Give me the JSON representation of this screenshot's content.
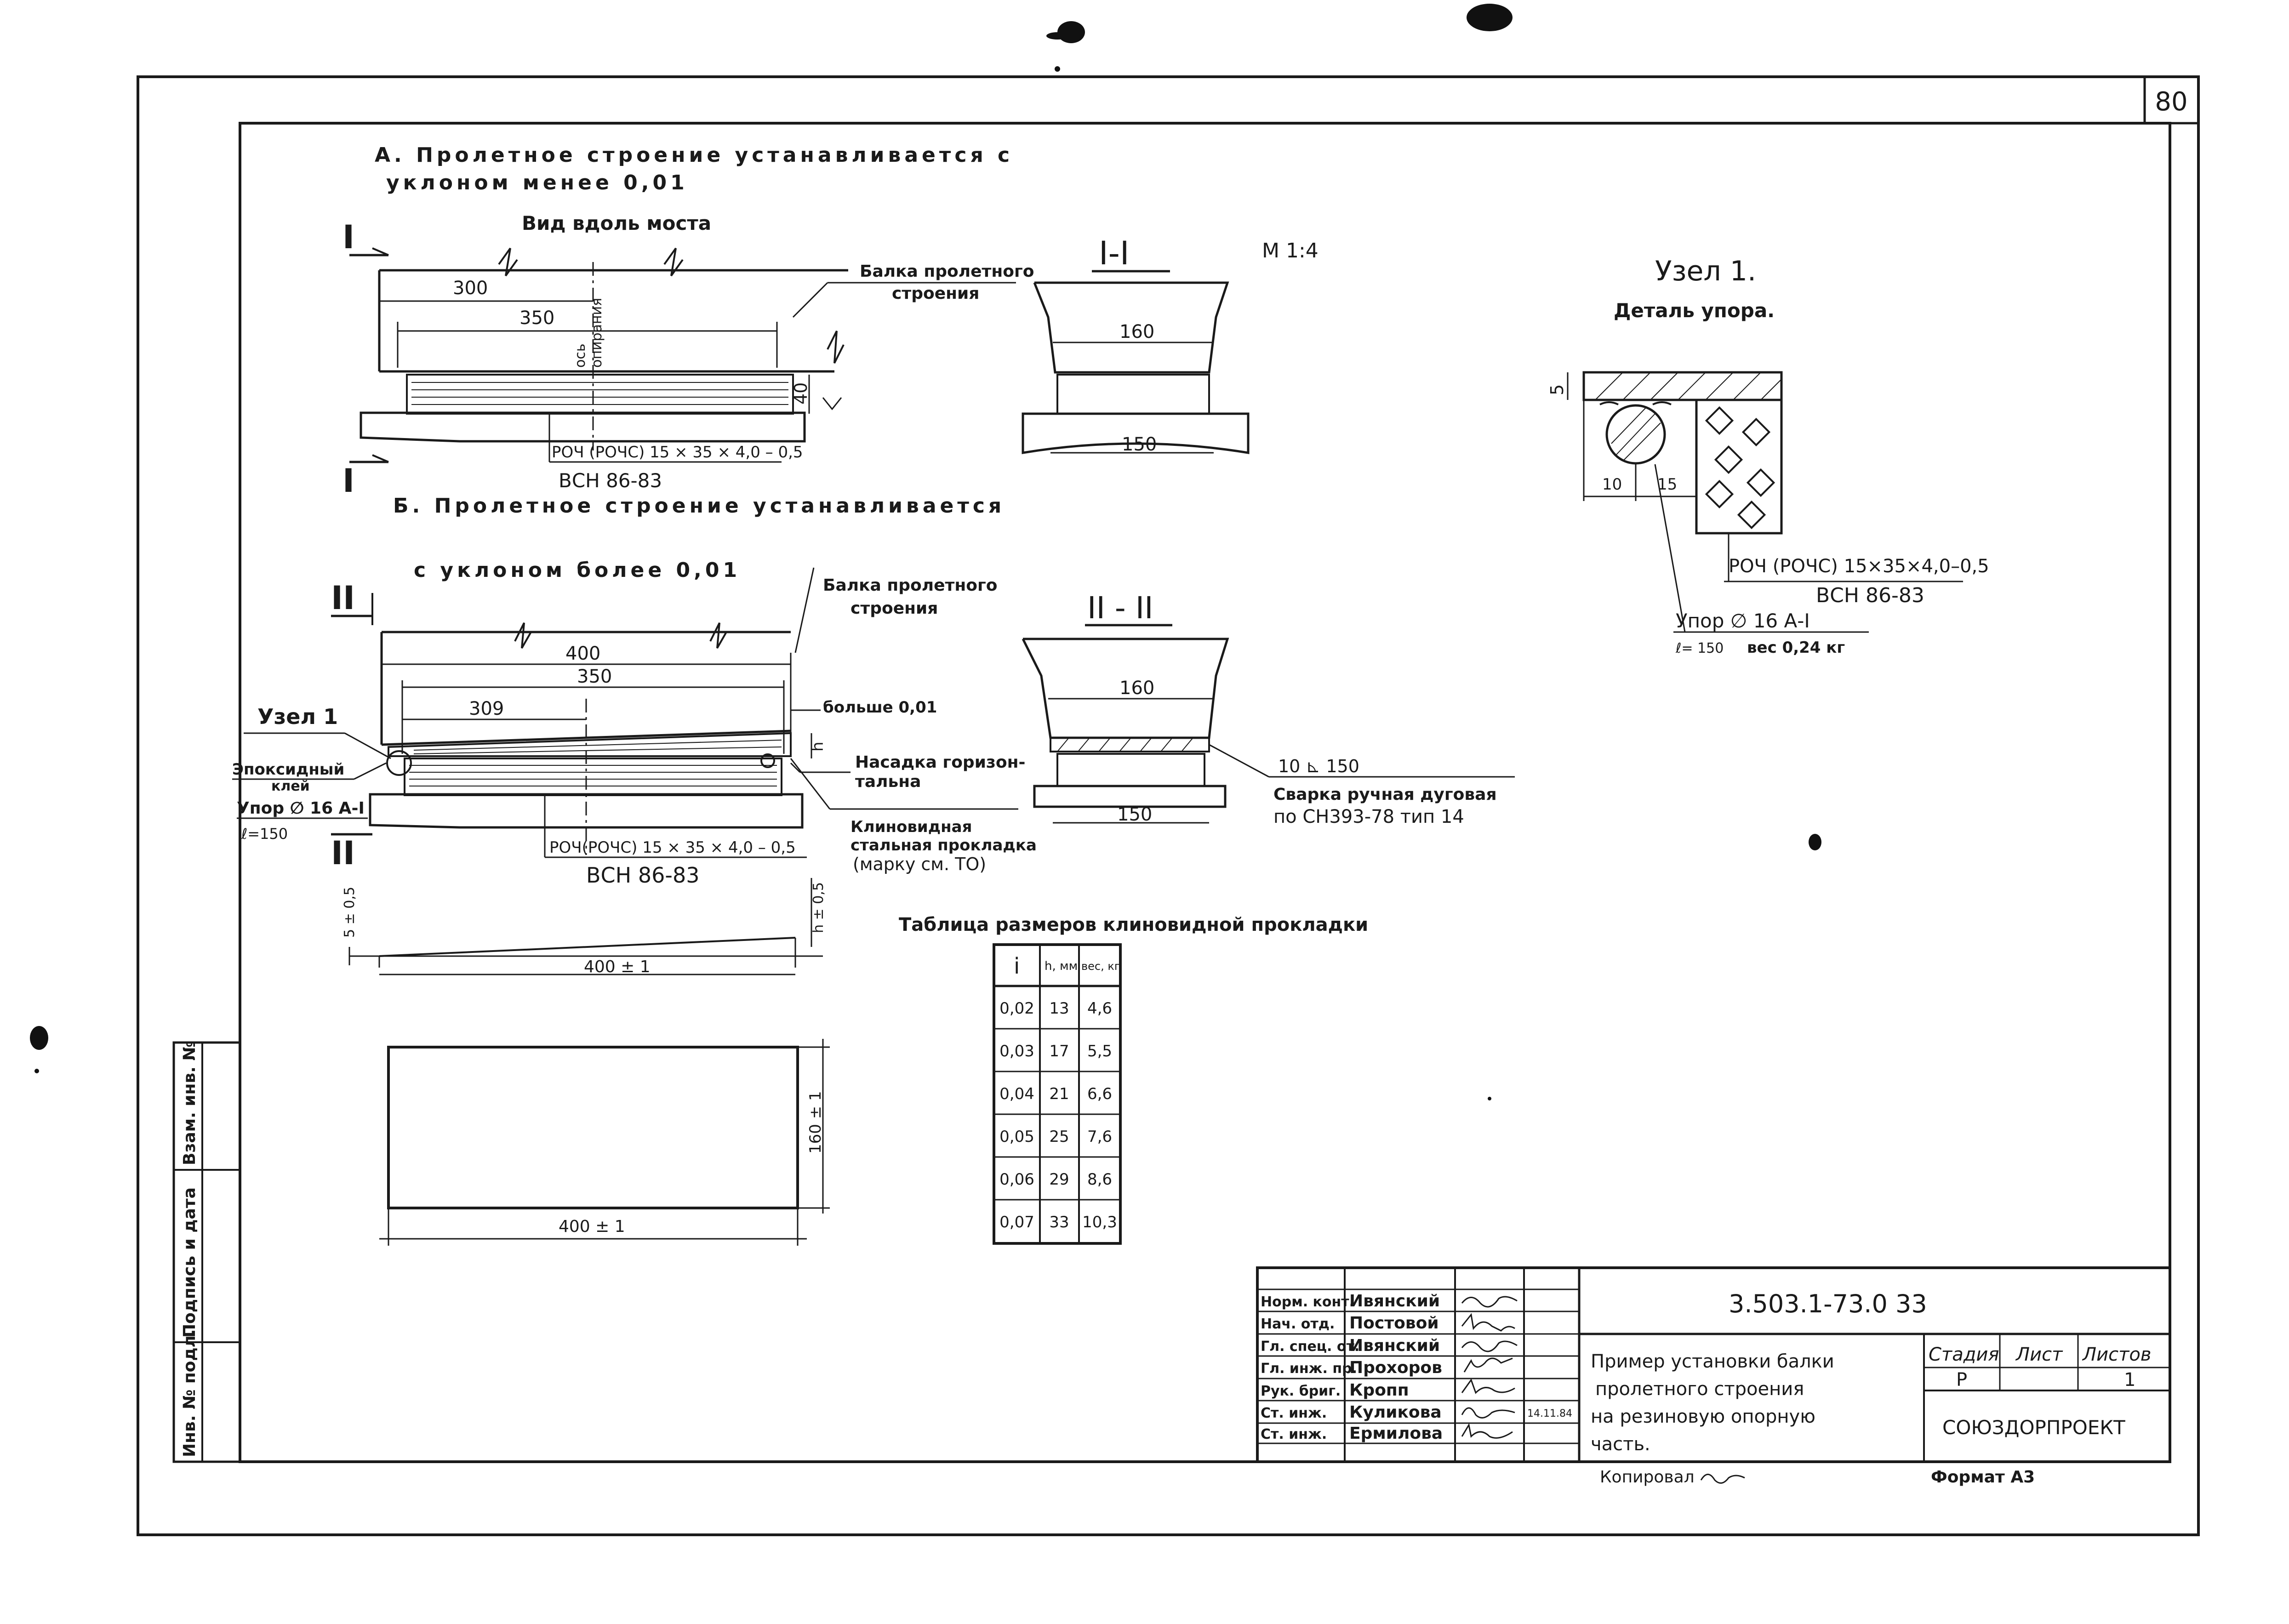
{
  "sheet": {
    "page_number": "80",
    "note_a": [
      "А. Пролетное строение устанавливается с",
      "уклоном менее 0,01"
    ],
    "view_along_bridge": "Вид вдоль моста",
    "note_b": [
      "Б. Пролетное строение устанавливается",
      "с уклоном более 0,01"
    ],
    "scale": "М 1:4"
  },
  "view_a": {
    "section_mark": "I",
    "beam_label": [
      "Балка пролетного",
      "строения"
    ],
    "dim_300": "300",
    "dim_350": "350",
    "axis_label": [
      "ось",
      "опирания"
    ],
    "dim_40": "40",
    "pad_label": "РОЧ (РОЧС) 15 × 35 × 4,0 – 0,5",
    "standard": "ВСН 86-83"
  },
  "section_1": {
    "title": "I-I",
    "dim_160": "160",
    "dim_150": "150"
  },
  "node1": {
    "title": "Узел 1.",
    "subtitle": "Деталь упора.",
    "dim_5": "5",
    "dim_10": "10",
    "dim_15": "15",
    "pad_label": "РОЧ (РОЧС) 15×35×4,0–0,5",
    "standard": "ВСН 86-83",
    "stop_label": "Упор ∅ 16 А-I",
    "length": "ℓ= 150",
    "weight": "вес 0,24 кг"
  },
  "view_b": {
    "section_mark": "II",
    "beam_label": [
      "Балка пролетного",
      "строения"
    ],
    "dim_400": "400",
    "dim_350": "350",
    "dim_309": "309",
    "slope_label": "больше 0,01",
    "h_label": "h",
    "nozzle_label": [
      "Насадка горизон-",
      "тальна"
    ],
    "wedge_label": [
      "Клиновидная",
      "стальная прокладка",
      "(марку см. ТО)"
    ],
    "node_label": "Узел 1",
    "epoxy_label": [
      "Эпоксидный",
      "клей"
    ],
    "stop_label": "Упор ∅ 16 А-I",
    "length": "ℓ=150",
    "pad_label": "РОЧ(РОЧС) 15 × 35 × 4,0 – 0,5",
    "standard": "ВСН 86-83"
  },
  "section_2": {
    "title": "II - II",
    "dim_160": "160",
    "dim_150": "150",
    "weld_symbol": "10 ⊾ 150",
    "weld_text": [
      "Сварка ручная дуговая",
      "по СН393-78 тип 14"
    ]
  },
  "wedge_detail": {
    "dim_5": "5 ± 0,5",
    "dim_h": "h ± 0,5",
    "dim_400": "400 ± 1",
    "plan_400": "400 ± 1",
    "plan_160": "160 ± 1"
  },
  "table": {
    "title": "Таблица размеров клиновидной прокладки",
    "headers": [
      "i",
      "h, мм",
      "вес, кг"
    ],
    "rows": [
      [
        "0,02",
        "13",
        "4,6"
      ],
      [
        "0,03",
        "17",
        "5,5"
      ],
      [
        "0,04",
        "21",
        "6,6"
      ],
      [
        "0,05",
        "25",
        "7,6"
      ],
      [
        "0,06",
        "29",
        "8,6"
      ],
      [
        "0,07",
        "33",
        "10,3"
      ]
    ]
  },
  "left_strip": {
    "cells": [
      "Инв. № подл.",
      "Подпись и дата",
      "Взам. инв. №"
    ]
  },
  "title_block": {
    "doc_code": "3.503.1-73.0   33",
    "roles": [
      {
        "role": "Норм. конт.",
        "name": "Ивянский",
        "date": ""
      },
      {
        "role": "Нач. отд.",
        "name": "Постовой",
        "date": ""
      },
      {
        "role": "Гл. спец. от.",
        "name": "Ивянский",
        "date": ""
      },
      {
        "role": "Гл. инж. пр.",
        "name": "Прохоров",
        "date": ""
      },
      {
        "role": "Рук. бриг.",
        "name": "Кропп",
        "date": ""
      },
      {
        "role": "Ст. инж.",
        "name": "Куликова",
        "date": "14.11.84"
      },
      {
        "role": "Ст. инж.",
        "name": "Ермилова",
        "date": ""
      }
    ],
    "description": [
      "Пример установки балки",
      "пролетного строения",
      "на резиновую опорную",
      "часть."
    ],
    "stage_header": "Стадия",
    "sheet_header": "Лист",
    "sheets_header": "Листов",
    "stage_value": "Р",
    "sheet_value": "",
    "sheets_value": "1",
    "organization": "СОЮЗДОРПРОЕКТ",
    "copied": "Копировал",
    "format": "Формат А3"
  }
}
